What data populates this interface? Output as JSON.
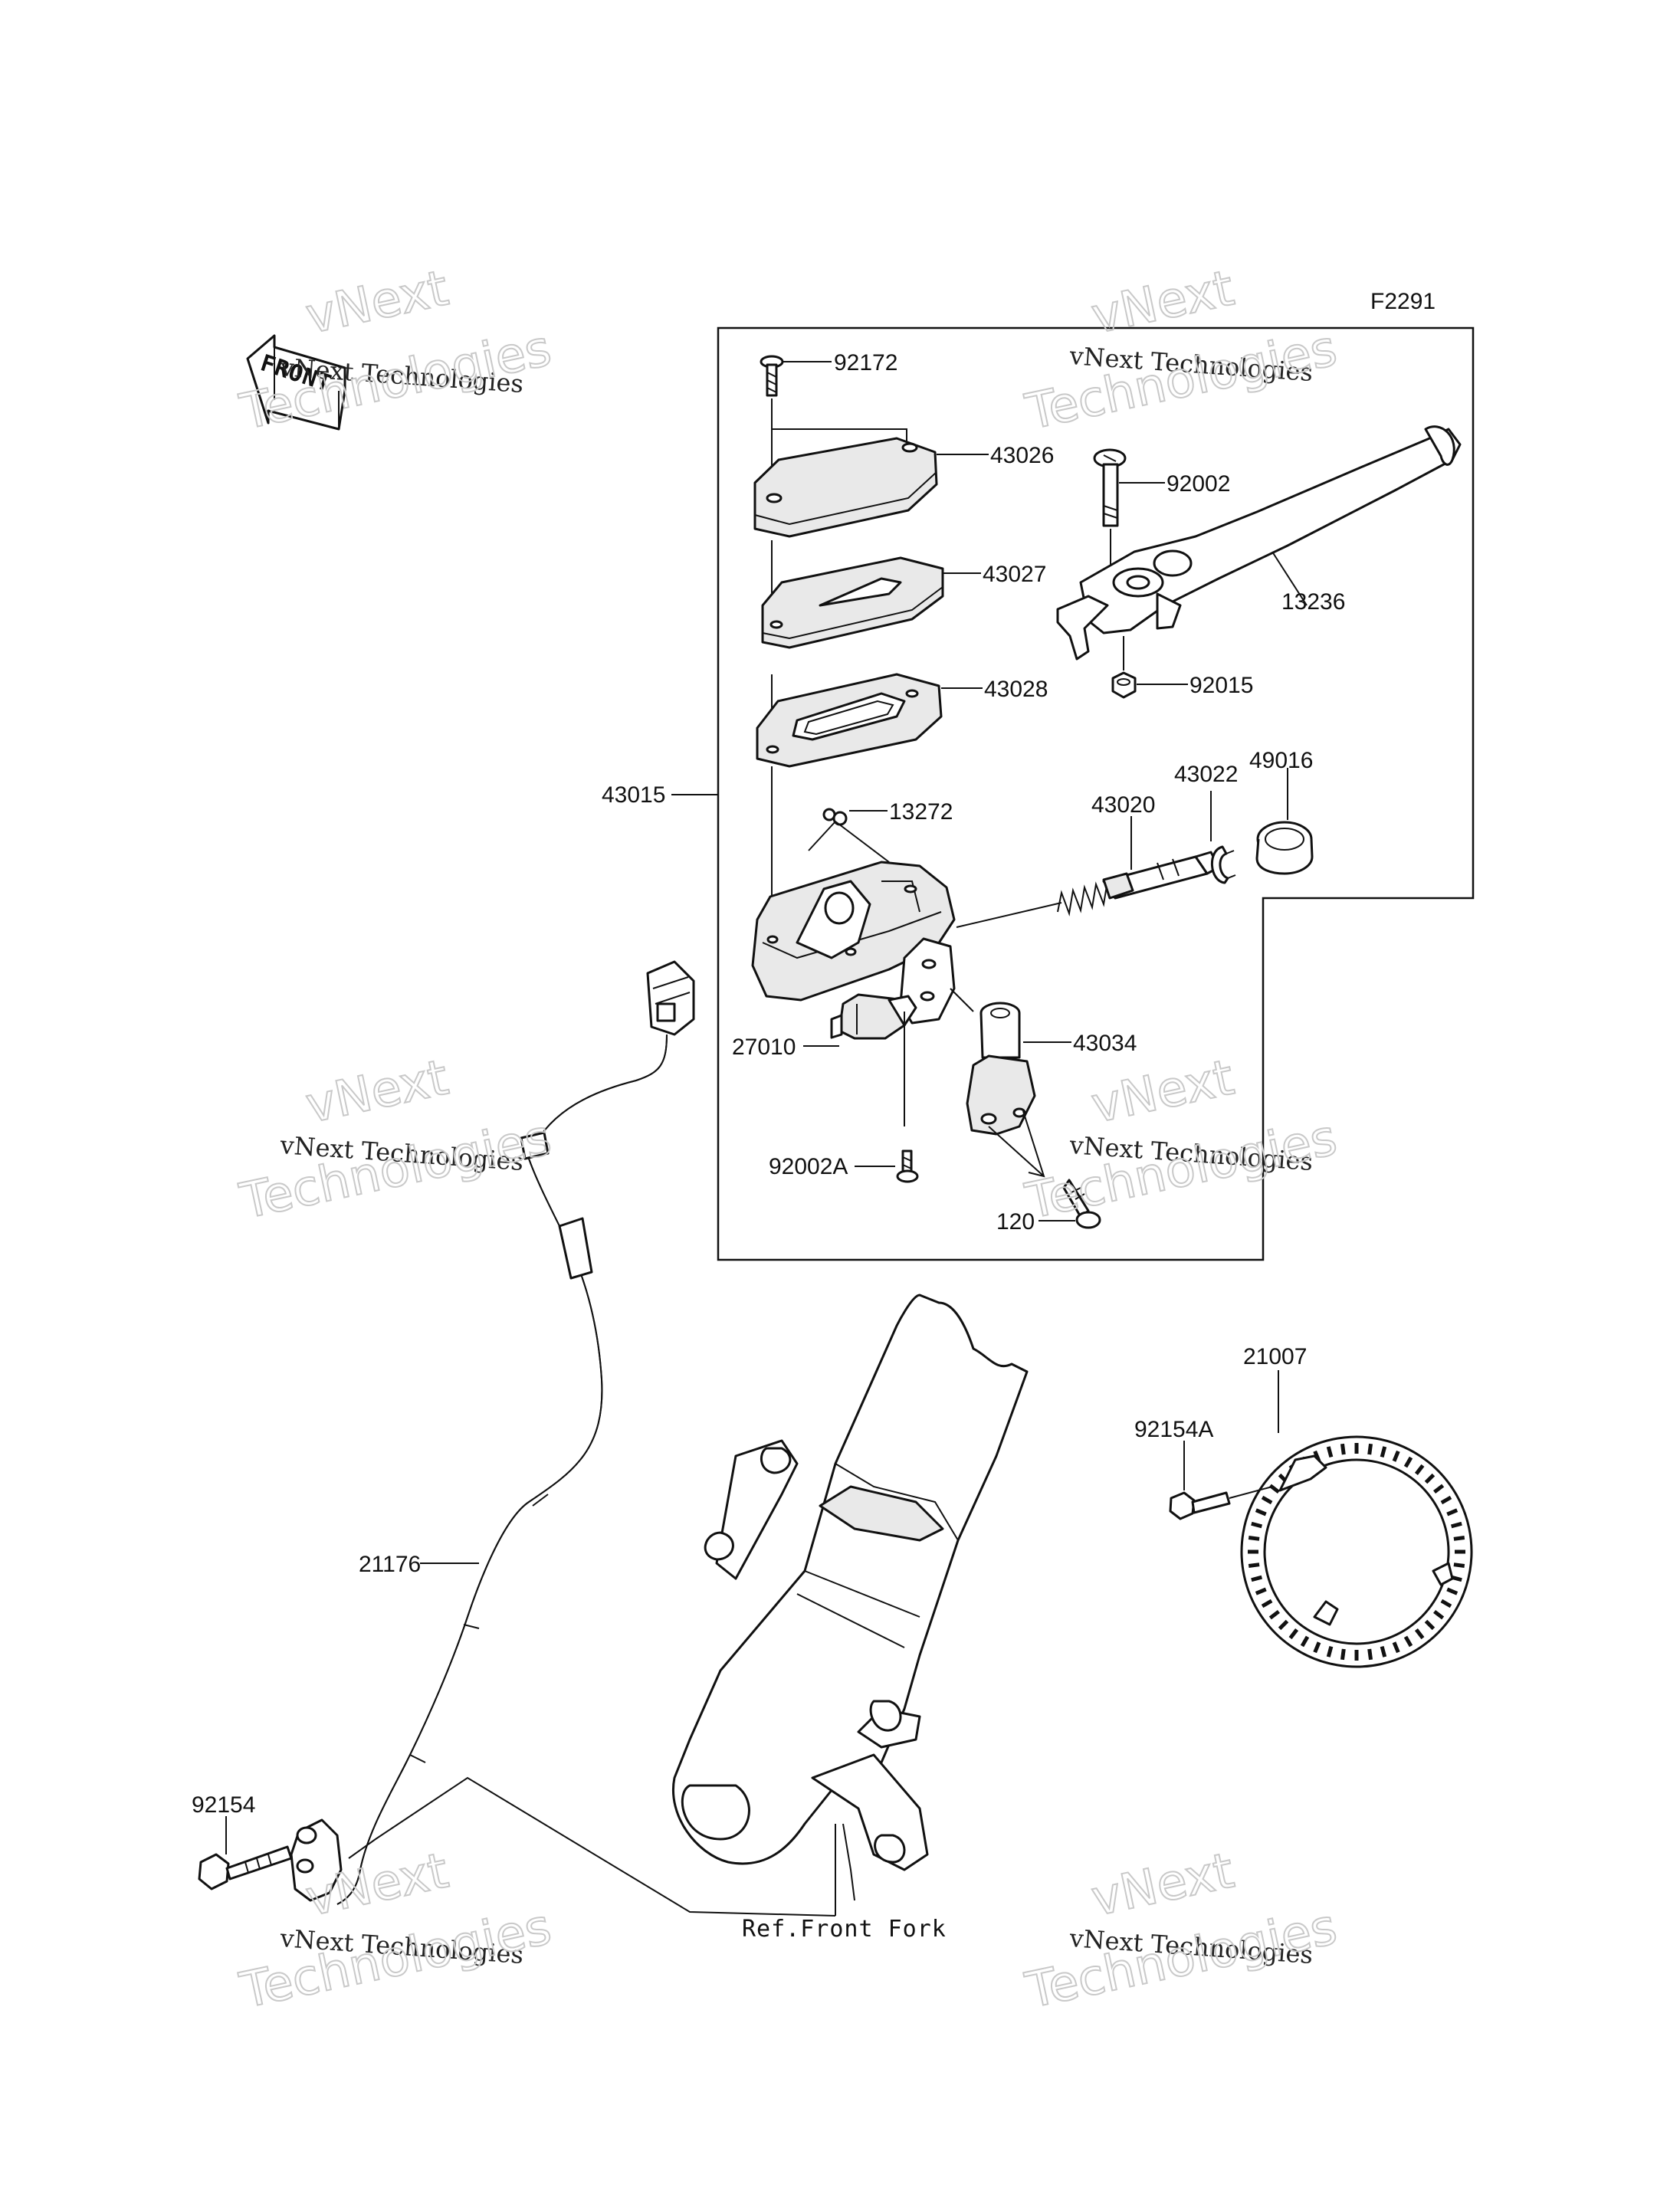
{
  "diagram": {
    "figure_code": "F2291",
    "front_arrow_text": "FRONT",
    "reference_label": "Ref.Front Fork",
    "watermark": {
      "line1": "vNext Technologies",
      "line2": "vNext",
      "line3": "Technologies"
    },
    "parts": [
      {
        "id": "p-92172",
        "label": "92172"
      },
      {
        "id": "p-43026",
        "label": "43026"
      },
      {
        "id": "p-92002",
        "label": "92002"
      },
      {
        "id": "p-43027",
        "label": "43027"
      },
      {
        "id": "p-13236",
        "label": "13236"
      },
      {
        "id": "p-43028",
        "label": "43028"
      },
      {
        "id": "p-92015",
        "label": "92015"
      },
      {
        "id": "p-43022",
        "label": "43022"
      },
      {
        "id": "p-49016",
        "label": "49016"
      },
      {
        "id": "p-43015",
        "label": "43015"
      },
      {
        "id": "p-13272",
        "label": "13272"
      },
      {
        "id": "p-43020",
        "label": "43020"
      },
      {
        "id": "p-27010",
        "label": "27010"
      },
      {
        "id": "p-43034",
        "label": "43034"
      },
      {
        "id": "p-92002a",
        "label": "92002A"
      },
      {
        "id": "p-120",
        "label": "120"
      },
      {
        "id": "p-21007",
        "label": "21007"
      },
      {
        "id": "p-92154a",
        "label": "92154A"
      },
      {
        "id": "p-21176",
        "label": "21176"
      },
      {
        "id": "p-92154",
        "label": "92154"
      }
    ]
  }
}
